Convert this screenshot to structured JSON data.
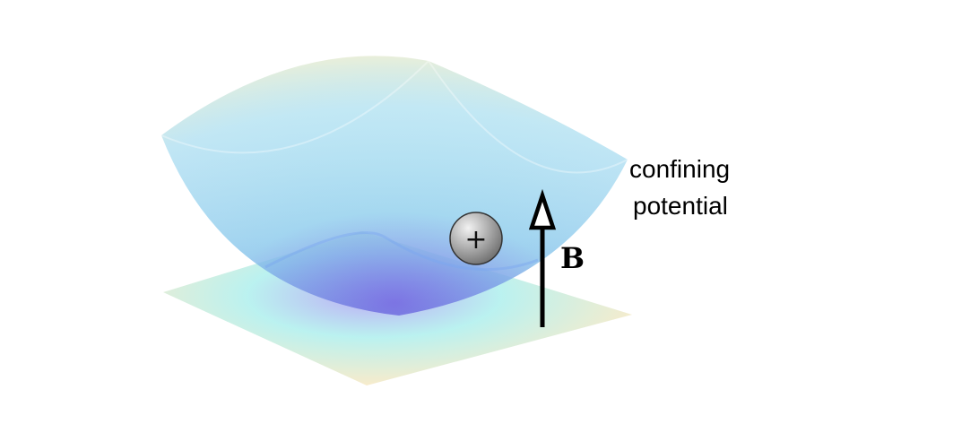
{
  "labels": {
    "confining_line1": "confining",
    "confining_line2": "potential",
    "field": "B",
    "charge_symbol": "+"
  },
  "colors": {
    "plane_center": "#b9a6f5",
    "plane_mid": "#b3f0ee",
    "plane_edge": "#fbe9c3",
    "bowl_bottom": "#8a7ae6",
    "bowl_mid": "#8fd6ec",
    "bowl_rim": "#f6eec6",
    "charge_light": "#f2f2f2",
    "charge_dark": "#6f6f6f",
    "arrow": "#000000"
  }
}
